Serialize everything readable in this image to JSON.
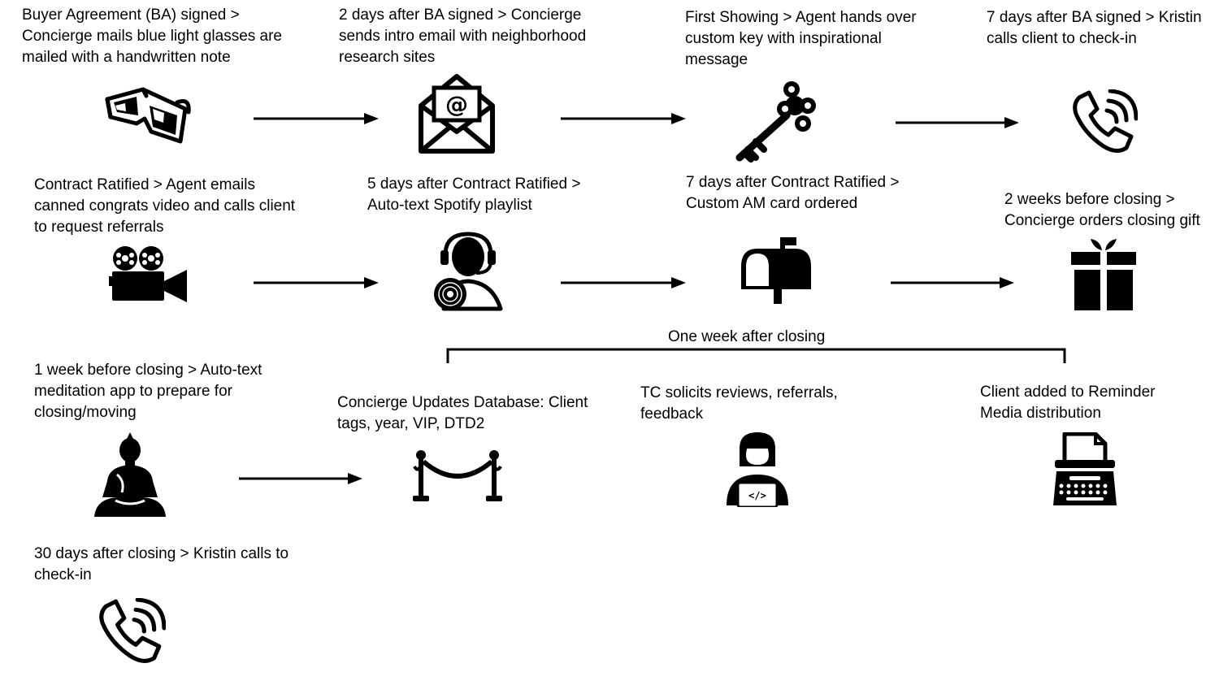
{
  "steps": [
    {
      "id": "ba-signed",
      "text": "Buyer Agreement (BA) signed >\nConcierge mails blue light glasses are\nmailed with a handwritten note",
      "icon": "3d-glasses-icon"
    },
    {
      "id": "two-days-after-ba",
      "text": "2 days after BA signed > Concierge\nsends intro email with neighborhood\nresearch sites",
      "icon": "email-envelope-icon"
    },
    {
      "id": "first-showing",
      "text": "First Showing > Agent hands over\ncustom key with inspirational\nmessage",
      "icon": "key-icon"
    },
    {
      "id": "seven-days-after-ba",
      "text": "7 days after BA signed > Kristin\ncalls client to check-in",
      "icon": "phone-call-icon"
    },
    {
      "id": "contract-ratified",
      "text": "Contract Ratified > Agent emails\ncanned congrats video and calls client\nto request referrals",
      "icon": "video-camera-icon"
    },
    {
      "id": "five-days-after-contract",
      "text": "5 days after Contract Ratified >\nAuto-text Spotify playlist",
      "icon": "headphones-listener-icon"
    },
    {
      "id": "seven-days-after-contract",
      "text": "7 days after Contract Ratified >\nCustom AM card ordered",
      "icon": "mailbox-icon"
    },
    {
      "id": "two-weeks-before-closing",
      "text": "2 weeks before closing >\nConcierge orders closing gift",
      "icon": "gift-box-icon"
    },
    {
      "id": "one-week-before-closing",
      "text": "1 week before closing > Auto-text\nmeditation app to prepare for\nclosing/moving",
      "icon": "buddha-meditation-icon"
    },
    {
      "id": "concierge-updates-db",
      "text": "Concierge Updates Database: Client\ntags, year, VIP, DTD2",
      "icon": "vip-rope-stanchion-icon"
    },
    {
      "id": "tc-solicits",
      "text": "TC solicits reviews, referrals,\nfeedback",
      "icon": "person-laptop-icon"
    },
    {
      "id": "reminder-media",
      "text": "Client added to Reminder\nMedia distribution",
      "icon": "typewriter-icon"
    },
    {
      "id": "thirty-days-after-closing",
      "text": "30 days after closing > Kristin calls to\ncheck-in",
      "icon": "phone-call-icon"
    }
  ],
  "bracket_label": "One week after closing"
}
